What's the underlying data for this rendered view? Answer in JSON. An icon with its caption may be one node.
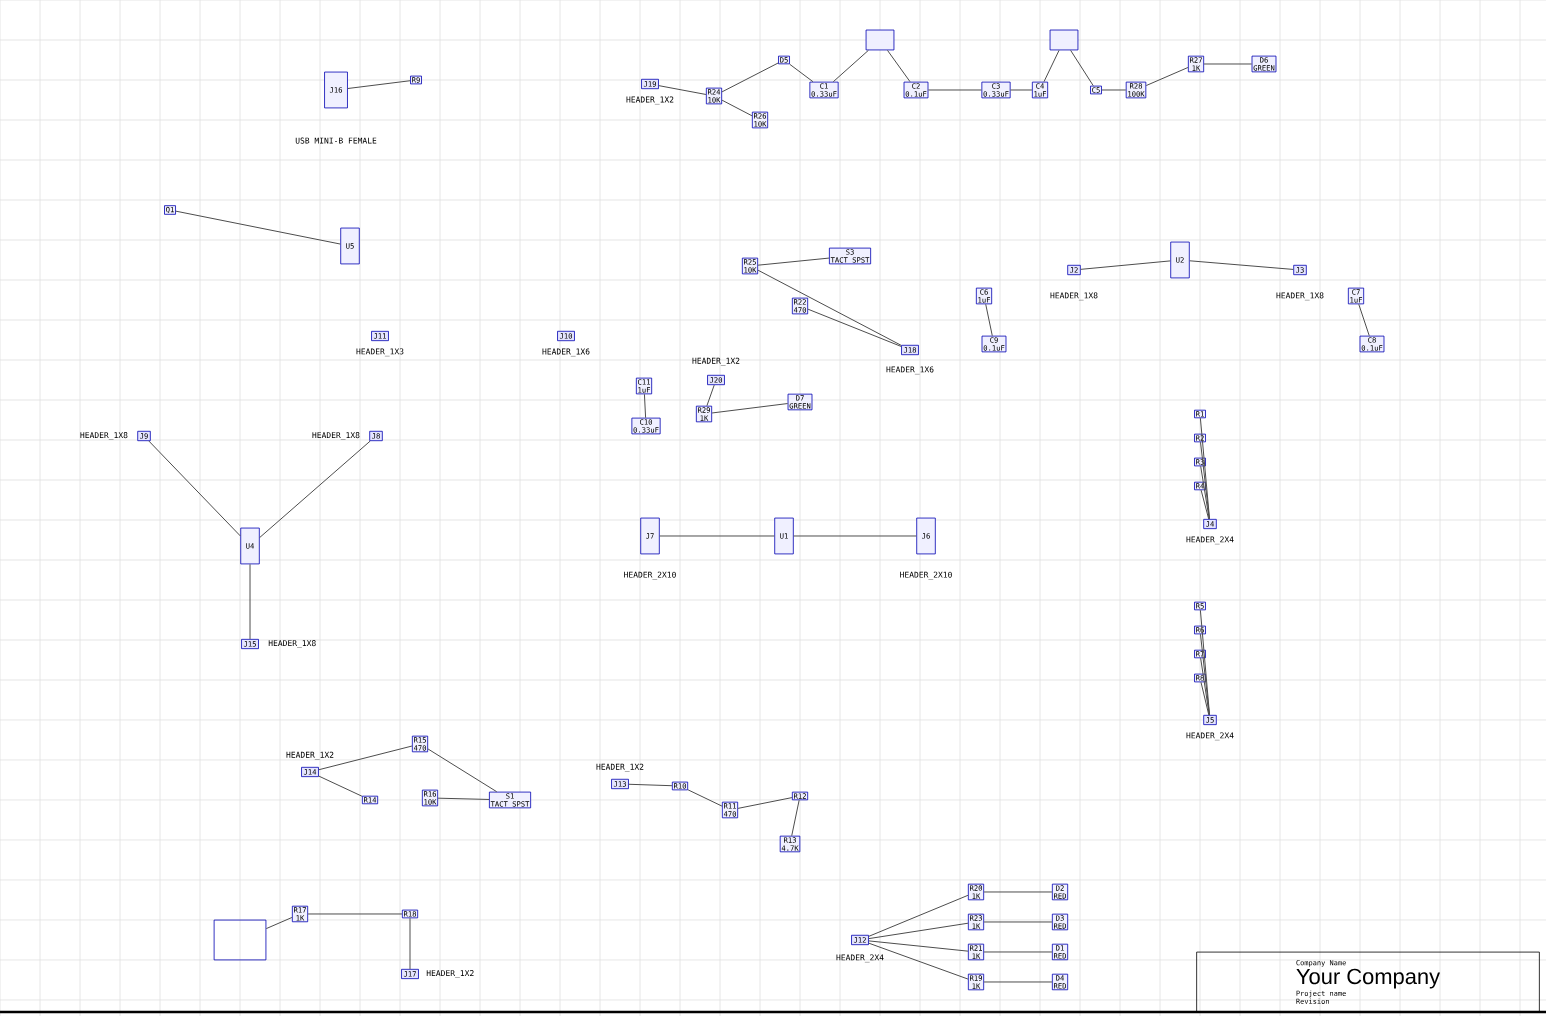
{
  "diagram": {
    "nodes": [
      {
        "text": [
          "J16"
        ],
        "beside": [
          "USB MINI-B FEMALE"
        ]
      },
      {
        "text": [
          "R9"
        ]
      },
      {
        "text": [
          "Q1"
        ]
      },
      {
        "text": [
          "U5"
        ]
      },
      {
        "text": [
          "J11"
        ],
        "beside": [
          "HEADER_1X3"
        ]
      },
      {
        "text": [
          "J10"
        ],
        "beside": [
          "HEADER_1X6"
        ]
      },
      {
        "text": [
          "J19"
        ],
        "beside": [
          "HEADER_1X2"
        ]
      },
      {
        "text": [
          "R24",
          "10K"
        ]
      },
      {
        "text": [
          "R26",
          "10K"
        ]
      },
      {
        "text": [
          "D5"
        ]
      },
      {
        "text": [
          "C1",
          "0.33uF"
        ]
      },
      {
        "text": [],
        "shape": "box"
      },
      {
        "text": [
          "C2",
          "0.1uF"
        ]
      },
      {
        "text": [
          "C3",
          "0.33uF"
        ]
      },
      {
        "text": [
          "C4",
          "1uF"
        ]
      },
      {
        "text": [],
        "shape": "box"
      },
      {
        "text": [
          "C5"
        ]
      },
      {
        "text": [
          "R28",
          "100K"
        ]
      },
      {
        "text": [
          "R27",
          "1K"
        ]
      },
      {
        "text": [
          "D6",
          "GREEN"
        ]
      },
      {
        "text": [
          "J2"
        ],
        "beside": [
          "HEADER_1X8"
        ]
      },
      {
        "text": [
          "U2"
        ]
      },
      {
        "text": [
          "J3"
        ],
        "beside": [
          "HEADER_1X8"
        ]
      },
      {
        "text": [
          "C6",
          "1uF"
        ]
      },
      {
        "text": [
          "C9",
          "0.1uF"
        ]
      },
      {
        "text": [
          "C7",
          "1uF"
        ]
      },
      {
        "text": [
          "C8",
          "0.1uF"
        ]
      },
      {
        "text": [
          "R25",
          "10K"
        ]
      },
      {
        "text": [
          "S3",
          "TACT SPST"
        ]
      },
      {
        "text": [
          "R22",
          "470"
        ]
      },
      {
        "text": [
          "J18"
        ],
        "beside": [
          "HEADER_1X6"
        ]
      },
      {
        "text": [
          "J20"
        ],
        "beside": [
          "HEADER_1X2"
        ]
      },
      {
        "text": [
          "C11",
          "1uF"
        ]
      },
      {
        "text": [
          "C10",
          "0.33uF"
        ]
      },
      {
        "text": [
          "R29",
          "1K"
        ]
      },
      {
        "text": [
          "D7",
          "GREEN"
        ]
      },
      {
        "text": [
          "J9"
        ],
        "beside": [
          "HEADER_1X8"
        ]
      },
      {
        "text": [
          "U4"
        ]
      },
      {
        "text": [
          "J8"
        ],
        "beside": [
          "HEADER_1X8"
        ]
      },
      {
        "text": [
          "J15"
        ],
        "beside": [
          "HEADER_1X8"
        ]
      },
      {
        "text": [
          "J7"
        ],
        "beside": [
          "HEADER_2X10"
        ]
      },
      {
        "text": [
          "U1"
        ]
      },
      {
        "text": [
          "J6"
        ],
        "beside": [
          "HEADER_2X10"
        ]
      },
      {
        "text": [
          "R1"
        ]
      },
      {
        "text": [
          "R2"
        ]
      },
      {
        "text": [
          "R3"
        ]
      },
      {
        "text": [
          "R4"
        ]
      },
      {
        "text": [
          "J4"
        ],
        "beside": [
          "HEADER_2X4"
        ]
      },
      {
        "text": [
          "R5"
        ]
      },
      {
        "text": [
          "R6"
        ]
      },
      {
        "text": [
          "R7"
        ]
      },
      {
        "text": [
          "R8"
        ]
      },
      {
        "text": [
          "J5"
        ],
        "beside": [
          "HEADER_2X4"
        ]
      },
      {
        "text": [
          "J14"
        ],
        "beside": [
          "HEADER_1X2"
        ]
      },
      {
        "text": [
          "R15",
          "470"
        ]
      },
      {
        "text": [
          "R14"
        ]
      },
      {
        "text": [
          "R16",
          "10K"
        ]
      },
      {
        "text": [
          "S1",
          "TACT SPST"
        ]
      },
      {
        "text": [
          "J13"
        ],
        "beside": [
          "HEADER_1X2"
        ]
      },
      {
        "text": [
          "R10"
        ]
      },
      {
        "text": [
          "R11",
          "470"
        ]
      },
      {
        "text": [
          "R12"
        ]
      },
      {
        "text": [
          "R13",
          "4.7K"
        ]
      },
      {
        "text": [],
        "shape": "box"
      },
      {
        "text": [
          "R17",
          "1K"
        ]
      },
      {
        "text": [
          "R18"
        ]
      },
      {
        "text": [
          "J17"
        ],
        "beside": [
          "HEADER_1X2"
        ]
      },
      {
        "text": [
          "J12"
        ],
        "beside": [
          "HEADER_2X4"
        ]
      },
      {
        "text": [
          "R20",
          "1K"
        ]
      },
      {
        "text": [
          "R23",
          "1K"
        ]
      },
      {
        "text": [
          "R21",
          "1K"
        ]
      },
      {
        "text": [
          "R19",
          "1K"
        ]
      },
      {
        "text": [
          "D2",
          "RED"
        ]
      },
      {
        "text": [
          "D3",
          "RED"
        ]
      },
      {
        "text": [
          "D1",
          "RED"
        ]
      },
      {
        "text": [
          "D4",
          "RED"
        ]
      },
      {
        "text": [
          "Company Name",
          "Your Company",
          "Project name",
          "Revision"
        ]
      }
    ],
    "edges": [
      {
        "from": 0,
        "to": 1,
        "arrow": "none"
      },
      {
        "from": 2,
        "to": 3,
        "arrow": "none"
      },
      {
        "from": 6,
        "to": 7,
        "arrow": "none"
      },
      {
        "from": 7,
        "to": 8,
        "arrow": "none"
      },
      {
        "from": 7,
        "to": 9,
        "arrow": "none"
      },
      {
        "from": 9,
        "to": 10,
        "arrow": "none"
      },
      {
        "from": 10,
        "to": 11,
        "arrow": "none"
      },
      {
        "from": 11,
        "to": 12,
        "arrow": "none"
      },
      {
        "from": 12,
        "to": 13,
        "arrow": "none"
      },
      {
        "from": 13,
        "to": 14,
        "arrow": "none"
      },
      {
        "from": 14,
        "to": 15,
        "arrow": "none"
      },
      {
        "from": 15,
        "to": 16,
        "arrow": "none"
      },
      {
        "from": 16,
        "to": 17,
        "arrow": "none"
      },
      {
        "from": 17,
        "to": 18,
        "arrow": "none"
      },
      {
        "from": 18,
        "to": 19,
        "arrow": "none"
      },
      {
        "from": 20,
        "to": 21,
        "arrow": "none"
      },
      {
        "from": 21,
        "to": 22,
        "arrow": "none"
      },
      {
        "from": 23,
        "to": 24,
        "arrow": "none"
      },
      {
        "from": 25,
        "to": 26,
        "arrow": "none"
      },
      {
        "from": 27,
        "to": 28,
        "arrow": "none"
      },
      {
        "from": 27,
        "to": 30,
        "arrow": "none"
      },
      {
        "from": 29,
        "to": 30,
        "arrow": "none"
      },
      {
        "from": 31,
        "to": 34,
        "arrow": "none"
      },
      {
        "from": 32,
        "to": 33,
        "arrow": "none"
      },
      {
        "from": 34,
        "to": 35,
        "arrow": "none"
      },
      {
        "from": 36,
        "to": 37,
        "arrow": "none"
      },
      {
        "from": 38,
        "to": 37,
        "arrow": "none"
      },
      {
        "from": 39,
        "to": 37,
        "arrow": "none"
      },
      {
        "from": 40,
        "to": 41,
        "arrow": "none"
      },
      {
        "from": 42,
        "to": 41,
        "arrow": "none"
      },
      {
        "from": 43,
        "to": 47,
        "arrow": "none"
      },
      {
        "from": 44,
        "to": 47,
        "arrow": "none"
      },
      {
        "from": 45,
        "to": 47,
        "arrow": "none"
      },
      {
        "from": 46,
        "to": 47,
        "arrow": "none"
      },
      {
        "from": 48,
        "to": 52,
        "arrow": "none"
      },
      {
        "from": 49,
        "to": 52,
        "arrow": "none"
      },
      {
        "from": 50,
        "to": 52,
        "arrow": "none"
      },
      {
        "from": 51,
        "to": 52,
        "arrow": "none"
      },
      {
        "from": 53,
        "to": 54,
        "arrow": "none"
      },
      {
        "from": 53,
        "to": 55,
        "arrow": "none"
      },
      {
        "from": 54,
        "to": 57,
        "arrow": "none"
      },
      {
        "from": 56,
        "to": 57,
        "arrow": "none"
      },
      {
        "from": 58,
        "to": 59,
        "arrow": "none"
      },
      {
        "from": 59,
        "to": 60,
        "arrow": "none"
      },
      {
        "from": 60,
        "to": 61,
        "arrow": "none"
      },
      {
        "from": 61,
        "to": 62,
        "arrow": "none"
      },
      {
        "from": 63,
        "to": 64,
        "arrow": "none"
      },
      {
        "from": 64,
        "to": 65,
        "arrow": "none"
      },
      {
        "from": 65,
        "to": 66,
        "arrow": "none"
      },
      {
        "from": 67,
        "to": 68,
        "arrow": "none"
      },
      {
        "from": 67,
        "to": 69,
        "arrow": "none"
      },
      {
        "from": 67,
        "to": 70,
        "arrow": "none"
      },
      {
        "from": 67,
        "to": 71,
        "arrow": "none"
      },
      {
        "from": 68,
        "to": 72,
        "arrow": "none"
      },
      {
        "from": 69,
        "to": 73,
        "arrow": "none"
      },
      {
        "from": 70,
        "to": 74,
        "arrow": "none"
      },
      {
        "from": 71,
        "to": 75,
        "arrow": "none"
      }
    ]
  }
}
